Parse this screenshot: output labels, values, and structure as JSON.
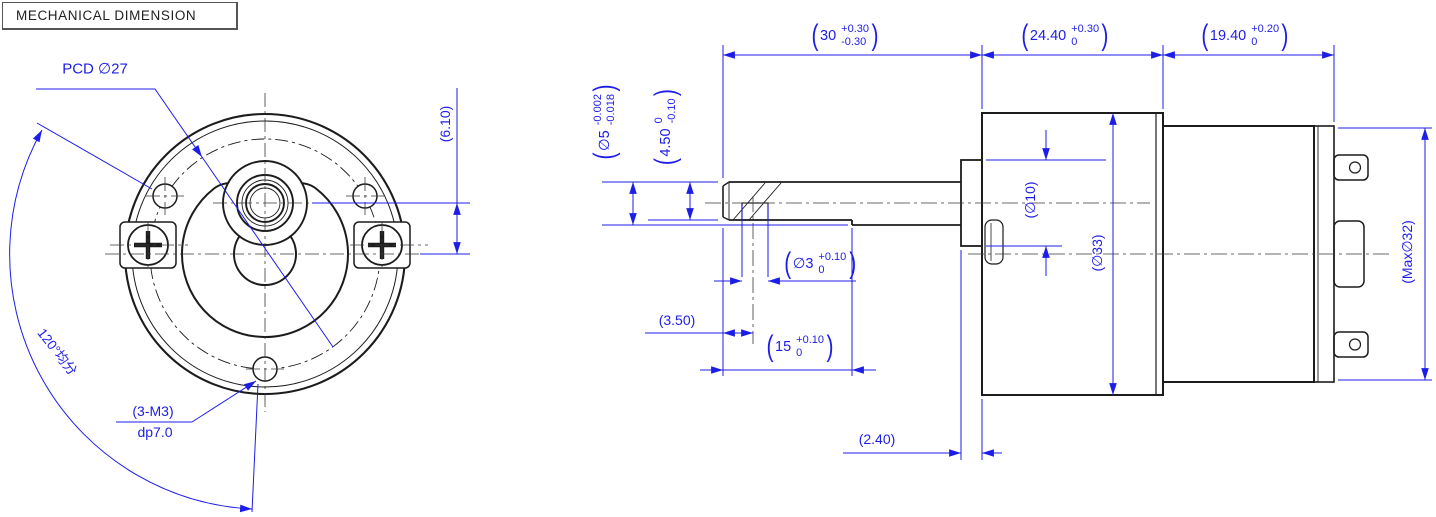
{
  "title": "MECHANICAL DIMENSION",
  "colors": {
    "dim_blue": "#1d1de8",
    "line_black": "#1c1c1c"
  },
  "brackets": {
    "open": "(",
    "close": ")"
  },
  "front_view": {
    "pcd_label": "PCD ∅27",
    "spacing_label": "120°均分",
    "thread_label": "(3-M3)",
    "thread_depth_label": "dp7.0",
    "shaft_offset": "(6.10)"
  },
  "side_view": {
    "shaft_length": {
      "value": "30",
      "tol_top": "+0.30",
      "tol_bottom": "-0.30"
    },
    "gearbox_length": {
      "value": "24.40",
      "tol_top": "+0.30",
      "tol_bottom": "0"
    },
    "motor_length": {
      "value": "19.40",
      "tol_top": "+0.20",
      "tol_bottom": "0"
    },
    "shaft_dia": {
      "value": "∅5",
      "tol_top": "-0.002",
      "tol_bottom": "-0.018"
    },
    "shaft_flat": {
      "value": "4.50",
      "tol_top": "0",
      "tol_bottom": "-0.10"
    },
    "hole_dia": {
      "value": "∅3",
      "tol_top": "+0.10",
      "tol_bottom": "0"
    },
    "flat_length": {
      "value": "15",
      "tol_top": "+0.10",
      "tol_bottom": "0"
    },
    "hole_offset": "(3.50)",
    "boss_thickness": "(2.40)",
    "boss_dia": "(∅10)",
    "gearbox_dia": "(∅33)",
    "motor_dia": "(Max∅32)"
  }
}
